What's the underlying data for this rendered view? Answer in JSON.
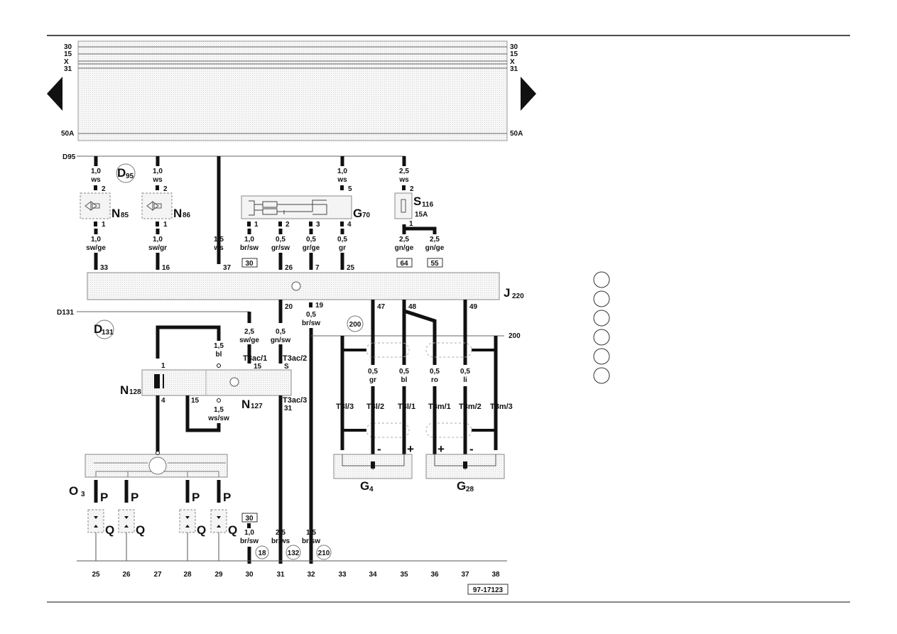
{
  "rails": {
    "left": [
      "30",
      "15",
      "X",
      "31"
    ],
    "right": [
      "30",
      "15",
      "X",
      "31"
    ],
    "fifty_a_left": "50A",
    "fifty_a_right": "50A"
  },
  "nav": {
    "prev": "◀",
    "next": "▶"
  },
  "d95": {
    "label": "D95",
    "circle": "D",
    "circle_sub": "95"
  },
  "d131": {
    "label": "D131",
    "circle": "D",
    "circle_sub": "131"
  },
  "wires_top": [
    {
      "size": "1,0",
      "color": "ws",
      "pin": "2"
    },
    {
      "size": "1,0",
      "color": "ws",
      "pin": "2"
    },
    {
      "size": "1,0",
      "color": "ws",
      "pin": "5"
    },
    {
      "size": "2,5",
      "color": "ws",
      "pin": "2"
    }
  ],
  "components": {
    "n85": {
      "main": "N",
      "sub": "85"
    },
    "n86": {
      "main": "N",
      "sub": "86"
    },
    "g70": {
      "main": "G",
      "sub": "70"
    },
    "s116": {
      "main": "S",
      "sub": "116",
      "rating": "15A"
    },
    "j220": {
      "main": "J",
      "sub": "220"
    },
    "n128": {
      "main": "N",
      "sub": "128"
    },
    "n127": {
      "main": "N",
      "sub": "127"
    },
    "o3": {
      "main": "O",
      "sub": "3"
    },
    "g4": {
      "main": "G",
      "sub": "4"
    },
    "g28": {
      "main": "G",
      "sub": "28"
    }
  },
  "wires_mid": [
    {
      "pin_top": "1",
      "size": "1,0",
      "color": "sw/ge",
      "pin_bottom": "33"
    },
    {
      "pin_top": "1",
      "size": "1,0",
      "color": "sw/gr",
      "pin_bottom": "16"
    },
    {
      "size": "1,5",
      "color": "ws",
      "pin_bottom": "37"
    },
    {
      "pin_top": "1",
      "size": "1,0",
      "color": "br/sw",
      "ref": "30"
    },
    {
      "pin_top": "2",
      "size": "0,5",
      "color": "gr/sw",
      "pin_bottom": "26"
    },
    {
      "pin_top": "3",
      "size": "0,5",
      "color": "gr/ge",
      "pin_bottom": "7"
    },
    {
      "pin_top": "4",
      "size": "0,5",
      "color": "gr",
      "pin_bottom": "25"
    },
    {
      "pin_top": "1",
      "size": "2,5",
      "color": "gn/ge",
      "ref": "64"
    },
    {
      "size": "2,5",
      "color": "gn/ge",
      "ref": "55"
    }
  ],
  "j220_pins": {
    "p20": "20",
    "p19": "19",
    "p47": "47",
    "p48": "48",
    "p49": "49"
  },
  "lower_wires": {
    "d131_wire": {
      "size": "2,5",
      "color": "sw/ge",
      "conn": "T3ac/1",
      "pin": "15"
    },
    "p20_wire": {
      "size": "0,5",
      "color": "gn/sw",
      "conn": "T3ac/2",
      "pin": "S"
    },
    "p19_wire": {
      "size": "0,5",
      "color": "br/sw"
    },
    "n128_wire": {
      "size": "1,5",
      "color": "bl"
    },
    "n128_pin1": "1",
    "n128_pin4": "4",
    "n128_pin15": "15",
    "n128_bottom": {
      "size": "1,5",
      "color": "ws/sw"
    },
    "t3ac3": {
      "conn": "T3ac/3",
      "pin": "31"
    },
    "ref200_circle": "200",
    "ref200_line": "200"
  },
  "sensor_wires": [
    {
      "size": "0,5",
      "color": "gr"
    },
    {
      "size": "0,5",
      "color": "bl"
    },
    {
      "size": "0,5",
      "color": "ro"
    },
    {
      "size": "0,5",
      "color": "li"
    }
  ],
  "connectors": [
    "T3l/3",
    "T3l/2",
    "T3l/1",
    "T3m/1",
    "T3m/2",
    "T3m/3"
  ],
  "polarity": {
    "g4_left": "-",
    "g4_right": "+",
    "g28_left": "+",
    "g28_right": "-"
  },
  "p_labels": [
    "P",
    "P",
    "P",
    "P"
  ],
  "q_labels": [
    "Q",
    "Q",
    "Q",
    "Q"
  ],
  "bottom_wires": [
    {
      "ref": "30",
      "size": "1,0",
      "color": "br/sw",
      "circle": "18"
    },
    {
      "size": "2,5",
      "color": "br/ws",
      "circle": "132"
    },
    {
      "size": "1,5",
      "color": "br/sw",
      "circle": "210"
    }
  ],
  "columns": [
    "25",
    "26",
    "27",
    "28",
    "29",
    "30",
    "31",
    "32",
    "33",
    "34",
    "35",
    "36",
    "37",
    "38"
  ],
  "figure_id": "97-17123"
}
